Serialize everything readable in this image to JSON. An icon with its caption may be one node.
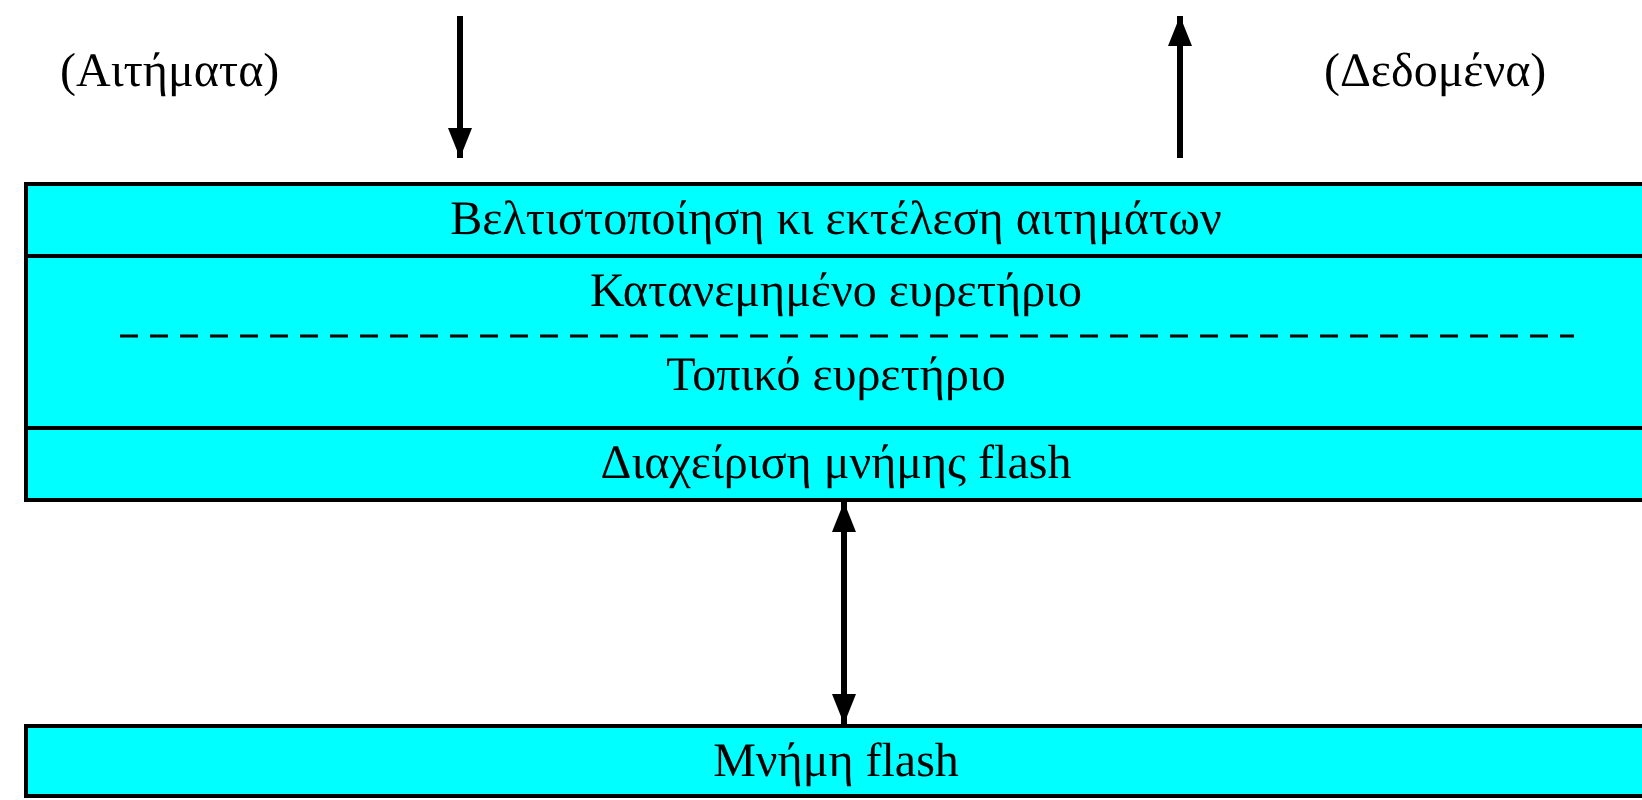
{
  "diagram": {
    "nodes": [
      {
        "text": [
          "Βελτιστοποίηση κι εκτέλεση αιτημάτων"
        ]
      },
      {
        "text": [
          "Κατανεμημένο ευρετήριο",
          "Τοπικό ευρετήριο"
        ]
      },
      {
        "text": [
          "Διαχείριση μνήμης flash"
        ]
      },
      {
        "text": [
          "Μνήμη flash"
        ]
      }
    ],
    "edges": [
      {
        "from": null,
        "to": 0,
        "arrow": "to"
      },
      {
        "from": 0,
        "to": null,
        "arrow": "to"
      },
      {
        "from": 2,
        "to": 3,
        "arrow": "both"
      }
    ],
    "labels": [
      "(Αιτήματα)",
      "(Δεδομένα)"
    ]
  }
}
